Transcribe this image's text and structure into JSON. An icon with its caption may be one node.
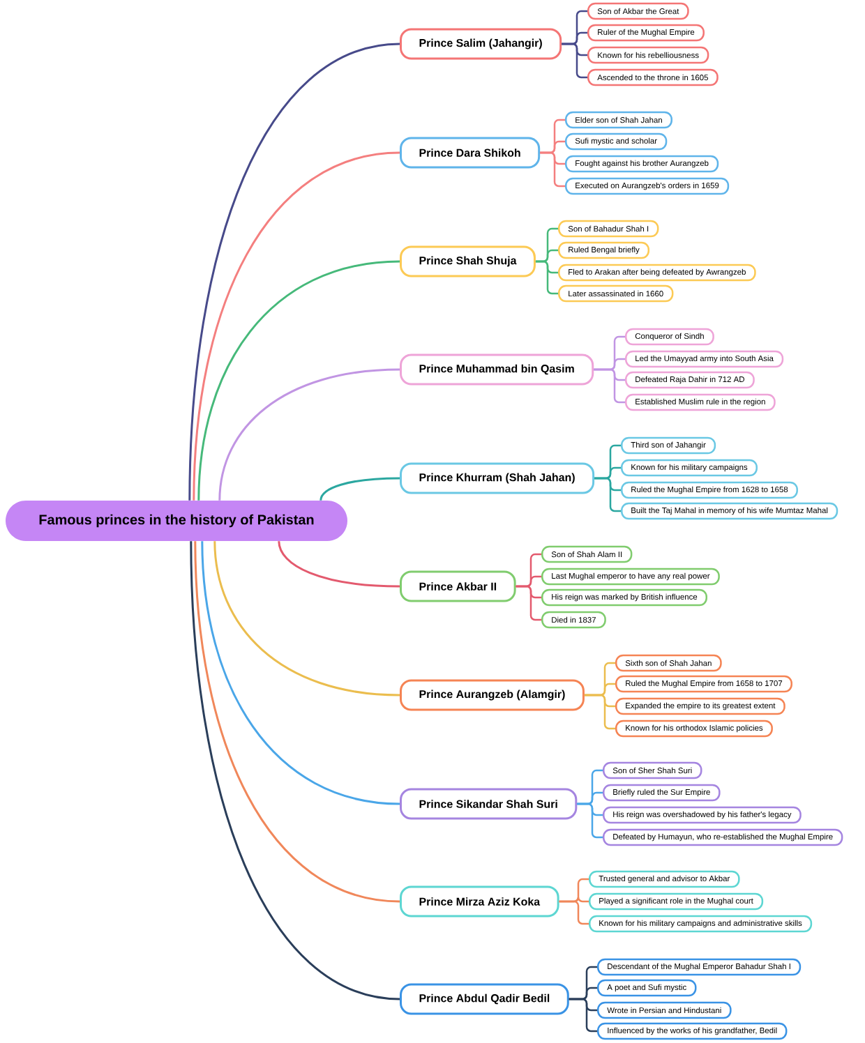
{
  "diagram": {
    "nodes": [
      {
        "text": [
          "Famous princes in the history of Pakistan"
        ]
      },
      {
        "text": [
          "Prince Salim (Jahangir)"
        ]
      },
      {
        "text": [
          "Son of Akbar the Great"
        ]
      },
      {
        "text": [
          "Ruler of the Mughal Empire"
        ]
      },
      {
        "text": [
          "Known for his rebelliousness"
        ]
      },
      {
        "text": [
          "Ascended to the throne in 1605"
        ]
      },
      {
        "text": [
          "Prince Dara Shikoh"
        ]
      },
      {
        "text": [
          "Elder son of Shah Jahan"
        ]
      },
      {
        "text": [
          "Sufi mystic and scholar"
        ]
      },
      {
        "text": [
          "Fought against his brother Aurangzeb"
        ]
      },
      {
        "text": [
          "Executed on Aurangzeb's orders in 1659"
        ]
      },
      {
        "text": [
          "Prince Shah Shuja"
        ]
      },
      {
        "text": [
          "Son of Bahadur Shah I"
        ]
      },
      {
        "text": [
          "Ruled Bengal briefly"
        ]
      },
      {
        "text": [
          "Fled to Arakan after being defeated by Awrangzeb"
        ]
      },
      {
        "text": [
          "Later assassinated in 1660"
        ]
      },
      {
        "text": [
          "Prince Muhammad bin Qasim"
        ]
      },
      {
        "text": [
          "Conqueror of Sindh"
        ]
      },
      {
        "text": [
          "Led the Umayyad army into South Asia"
        ]
      },
      {
        "text": [
          "Defeated Raja Dahir in 712 AD"
        ]
      },
      {
        "text": [
          "Established Muslim rule in the region"
        ]
      },
      {
        "text": [
          "Prince Khurram (Shah Jahan)"
        ]
      },
      {
        "text": [
          "Third son of Jahangir"
        ]
      },
      {
        "text": [
          "Known for his military campaigns"
        ]
      },
      {
        "text": [
          "Ruled the Mughal Empire from 1628 to 1658"
        ]
      },
      {
        "text": [
          "Built the Taj Mahal in memory of his wife Mumtaz Mahal"
        ]
      },
      {
        "text": [
          "Prince Akbar II"
        ]
      },
      {
        "text": [
          "Son of Shah Alam II"
        ]
      },
      {
        "text": [
          "Last Mughal emperor to have any real power"
        ]
      },
      {
        "text": [
          "His reign was marked by British influence"
        ]
      },
      {
        "text": [
          "Died in 1837"
        ]
      },
      {
        "text": [
          "Prince Aurangzeb (Alamgir)"
        ]
      },
      {
        "text": [
          "Sixth son of Shah Jahan"
        ]
      },
      {
        "text": [
          "Ruled the Mughal Empire from 1658 to 1707"
        ]
      },
      {
        "text": [
          "Expanded the empire to its greatest extent"
        ]
      },
      {
        "text": [
          "Known for his orthodox Islamic policies"
        ]
      },
      {
        "text": [
          "Prince Sikandar Shah Suri"
        ]
      },
      {
        "text": [
          "Son of Sher Shah Suri"
        ]
      },
      {
        "text": [
          "Briefly ruled the Sur Empire"
        ]
      },
      {
        "text": [
          "His reign was overshadowed by his father's legacy"
        ]
      },
      {
        "text": [
          "Defeated by Humayun, who re-established the Mughal Empire"
        ]
      },
      {
        "text": [
          "Prince Mirza Aziz Koka"
        ]
      },
      {
        "text": [
          "Trusted general and advisor to Akbar"
        ]
      },
      {
        "text": [
          "Played a significant role in the Mughal court"
        ]
      },
      {
        "text": [
          "Known for his military campaigns and administrative skills"
        ]
      },
      {
        "text": [
          "Prince Abdul Qadir Bedil"
        ]
      },
      {
        "text": [
          "Descendant of the Mughal Emperor Bahadur Shah I"
        ]
      },
      {
        "text": [
          "A poet and Sufi mystic"
        ]
      },
      {
        "text": [
          "Wrote in Persian and Hindustani"
        ]
      },
      {
        "text": [
          "Influenced by the works of his grandfather, Bedil"
        ]
      }
    ],
    "edges": [
      {
        "from": 0,
        "to": 1,
        "arrow": "none",
        "color": "#474a8a"
      },
      {
        "from": 1,
        "to": 2,
        "arrow": "none",
        "color": "#474a8a"
      },
      {
        "from": 1,
        "to": 3,
        "arrow": "none",
        "color": "#474a8a"
      },
      {
        "from": 1,
        "to": 4,
        "arrow": "none",
        "color": "#474a8a"
      },
      {
        "from": 1,
        "to": 5,
        "arrow": "none",
        "color": "#474a8a"
      },
      {
        "from": 0,
        "to": 6,
        "arrow": "none",
        "color": "#f47f7f"
      },
      {
        "from": 6,
        "to": 7,
        "arrow": "none",
        "color": "#f47f7f"
      },
      {
        "from": 6,
        "to": 8,
        "arrow": "none",
        "color": "#f47f7f"
      },
      {
        "from": 6,
        "to": 9,
        "arrow": "none",
        "color": "#f47f7f"
      },
      {
        "from": 6,
        "to": 10,
        "arrow": "none",
        "color": "#f47f7f"
      },
      {
        "from": 0,
        "to": 11,
        "arrow": "none",
        "color": "#46b97a"
      },
      {
        "from": 11,
        "to": 12,
        "arrow": "none",
        "color": "#46b97a"
      },
      {
        "from": 11,
        "to": 13,
        "arrow": "none",
        "color": "#46b97a"
      },
      {
        "from": 11,
        "to": 14,
        "arrow": "none",
        "color": "#46b97a"
      },
      {
        "from": 11,
        "to": 15,
        "arrow": "none",
        "color": "#46b97a"
      },
      {
        "from": 0,
        "to": 16,
        "arrow": "none",
        "color": "#c195e3"
      },
      {
        "from": 16,
        "to": 17,
        "arrow": "none",
        "color": "#c195e3"
      },
      {
        "from": 16,
        "to": 18,
        "arrow": "none",
        "color": "#c195e3"
      },
      {
        "from": 16,
        "to": 19,
        "arrow": "none",
        "color": "#c195e3"
      },
      {
        "from": 16,
        "to": 20,
        "arrow": "none",
        "color": "#c195e3"
      },
      {
        "from": 0,
        "to": 21,
        "arrow": "none",
        "color": "#2ba7a0"
      },
      {
        "from": 21,
        "to": 22,
        "arrow": "none",
        "color": "#2ba7a0"
      },
      {
        "from": 21,
        "to": 23,
        "arrow": "none",
        "color": "#2ba7a0"
      },
      {
        "from": 21,
        "to": 24,
        "arrow": "none",
        "color": "#2ba7a0"
      },
      {
        "from": 21,
        "to": 25,
        "arrow": "none",
        "color": "#2ba7a0"
      },
      {
        "from": 0,
        "to": 26,
        "arrow": "none",
        "color": "#e35a6e"
      },
      {
        "from": 26,
        "to": 27,
        "arrow": "none",
        "color": "#e35a6e"
      },
      {
        "from": 26,
        "to": 28,
        "arrow": "none",
        "color": "#e35a6e"
      },
      {
        "from": 26,
        "to": 29,
        "arrow": "none",
        "color": "#e35a6e"
      },
      {
        "from": 26,
        "to": 30,
        "arrow": "none",
        "color": "#e35a6e"
      },
      {
        "from": 0,
        "to": 31,
        "arrow": "none",
        "color": "#ebbd4e"
      },
      {
        "from": 31,
        "to": 32,
        "arrow": "none",
        "color": "#ebbd4e"
      },
      {
        "from": 31,
        "to": 33,
        "arrow": "none",
        "color": "#ebbd4e"
      },
      {
        "from": 31,
        "to": 34,
        "arrow": "none",
        "color": "#ebbd4e"
      },
      {
        "from": 31,
        "to": 35,
        "arrow": "none",
        "color": "#ebbd4e"
      },
      {
        "from": 0,
        "to": 36,
        "arrow": "none",
        "color": "#4aa6e8"
      },
      {
        "from": 36,
        "to": 37,
        "arrow": "none",
        "color": "#4aa6e8"
      },
      {
        "from": 36,
        "to": 38,
        "arrow": "none",
        "color": "#4aa6e8"
      },
      {
        "from": 36,
        "to": 39,
        "arrow": "none",
        "color": "#4aa6e8"
      },
      {
        "from": 36,
        "to": 40,
        "arrow": "none",
        "color": "#4aa6e8"
      },
      {
        "from": 0,
        "to": 41,
        "arrow": "none",
        "color": "#f0875a"
      },
      {
        "from": 41,
        "to": 42,
        "arrow": "none",
        "color": "#f0875a"
      },
      {
        "from": 41,
        "to": 43,
        "arrow": "none",
        "color": "#f0875a"
      },
      {
        "from": 41,
        "to": 44,
        "arrow": "none",
        "color": "#f0875a"
      },
      {
        "from": 0,
        "to": 45,
        "arrow": "none",
        "color": "#2a3e5a"
      },
      {
        "from": 45,
        "to": 46,
        "arrow": "none",
        "color": "#2a3e5a"
      },
      {
        "from": 45,
        "to": 47,
        "arrow": "none",
        "color": "#2a3e5a"
      },
      {
        "from": 45,
        "to": 48,
        "arrow": "none",
        "color": "#2a3e5a"
      },
      {
        "from": 45,
        "to": 49,
        "arrow": "none",
        "color": "#2a3e5a"
      }
    ]
  }
}
